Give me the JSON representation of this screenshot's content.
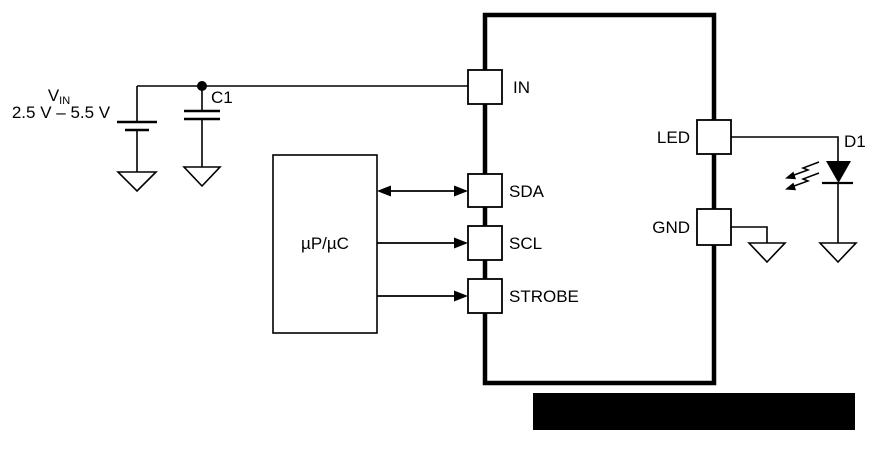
{
  "schematic": {
    "type": "circuit-application-diagram",
    "supply": {
      "name": "V",
      "sub": "IN",
      "range": "2.5 V – 5.5 V"
    },
    "capacitor_label": "C1",
    "controller_label": "µP/µC",
    "diode_label": "D1",
    "pins": {
      "in": "IN",
      "sda": "SDA",
      "scl": "SCL",
      "strobe": "STROBE",
      "led": "LED",
      "gnd": "GND"
    },
    "colors": {
      "line": "#000000",
      "background": "#ffffff",
      "redaction": "#000000"
    }
  }
}
